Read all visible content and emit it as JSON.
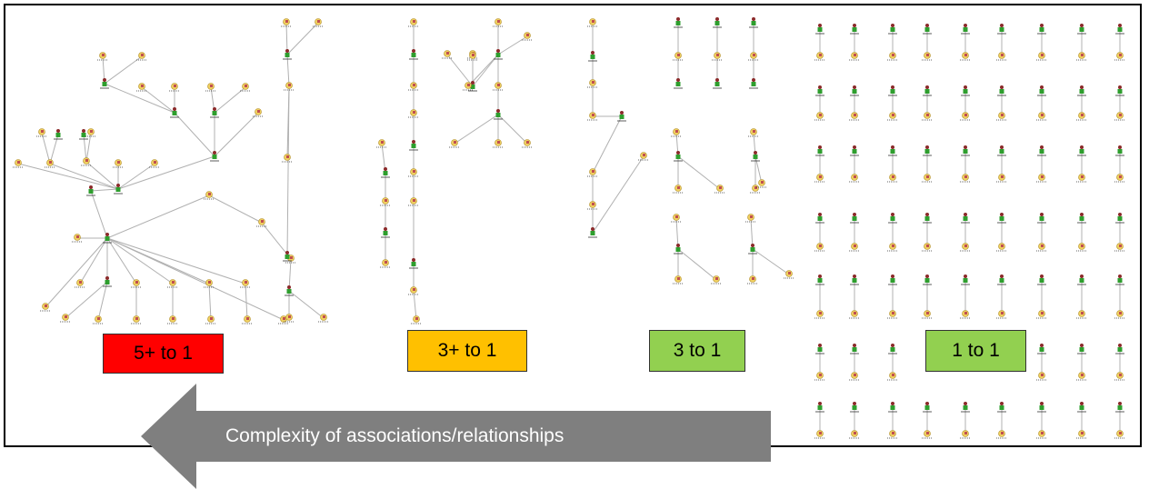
{
  "diagram": {
    "categories": [
      {
        "id": "five_plus",
        "label": "5+ to 1",
        "color": "#ff0000"
      },
      {
        "id": "three_plus",
        "label": "3+ to 1",
        "color": "#ffc000"
      },
      {
        "id": "three",
        "label": "3 to 1",
        "color": "#92d050"
      },
      {
        "id": "one",
        "label": "1 to 1",
        "color": "#92d050"
      }
    ],
    "arrow": {
      "label": "Complexity of associations/relationships",
      "color": "#7f7f7f"
    },
    "node_icons": [
      "person-icon",
      "house-icon"
    ]
  }
}
